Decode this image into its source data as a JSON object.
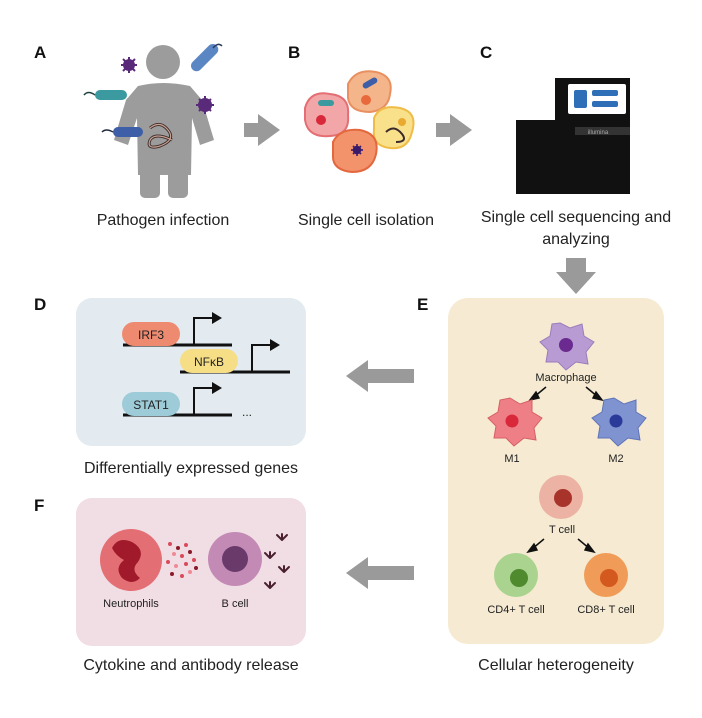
{
  "panels": {
    "a": {
      "letter": "A",
      "caption": "Pathogen infection"
    },
    "b": {
      "letter": "B",
      "caption": "Single cell isolation"
    },
    "c": {
      "letter": "C",
      "caption_line1": "Single cell sequencing and",
      "caption_line2": "analyzing",
      "sequencer_brand": "illumina"
    },
    "d": {
      "letter": "D",
      "caption": "Differentially expressed genes",
      "genes": [
        "IRF3",
        "NFκB",
        "STAT1"
      ],
      "ellipsis": "..."
    },
    "e": {
      "letter": "E",
      "caption": "Cellular heterogeneity",
      "macrophage": "Macrophage",
      "m1": "M1",
      "m2": "M2",
      "tcell": "T cell",
      "cd4": "CD4+ T cell",
      "cd8": "CD8+ T cell"
    },
    "f": {
      "letter": "F",
      "caption": "Cytokine and antibody release",
      "neutrophils": "Neutrophils",
      "bcell": "B cell"
    }
  },
  "colors": {
    "arrow": "#9a9a9a",
    "panel_d_bg": "#e3ebf0",
    "panel_e_bg": "#f6ebd2",
    "panel_f_bg": "#f1dde4",
    "irf3": "#ee8a70",
    "nfkb": "#f6de86",
    "stat1": "#9dcbd8",
    "macrophage": "#b89bd2",
    "m1": "#ee7f86",
    "m2": "#7f93d1",
    "tcell": "#ecb3a5",
    "cd4": "#a9d38f",
    "cd8": "#f09b58"
  }
}
